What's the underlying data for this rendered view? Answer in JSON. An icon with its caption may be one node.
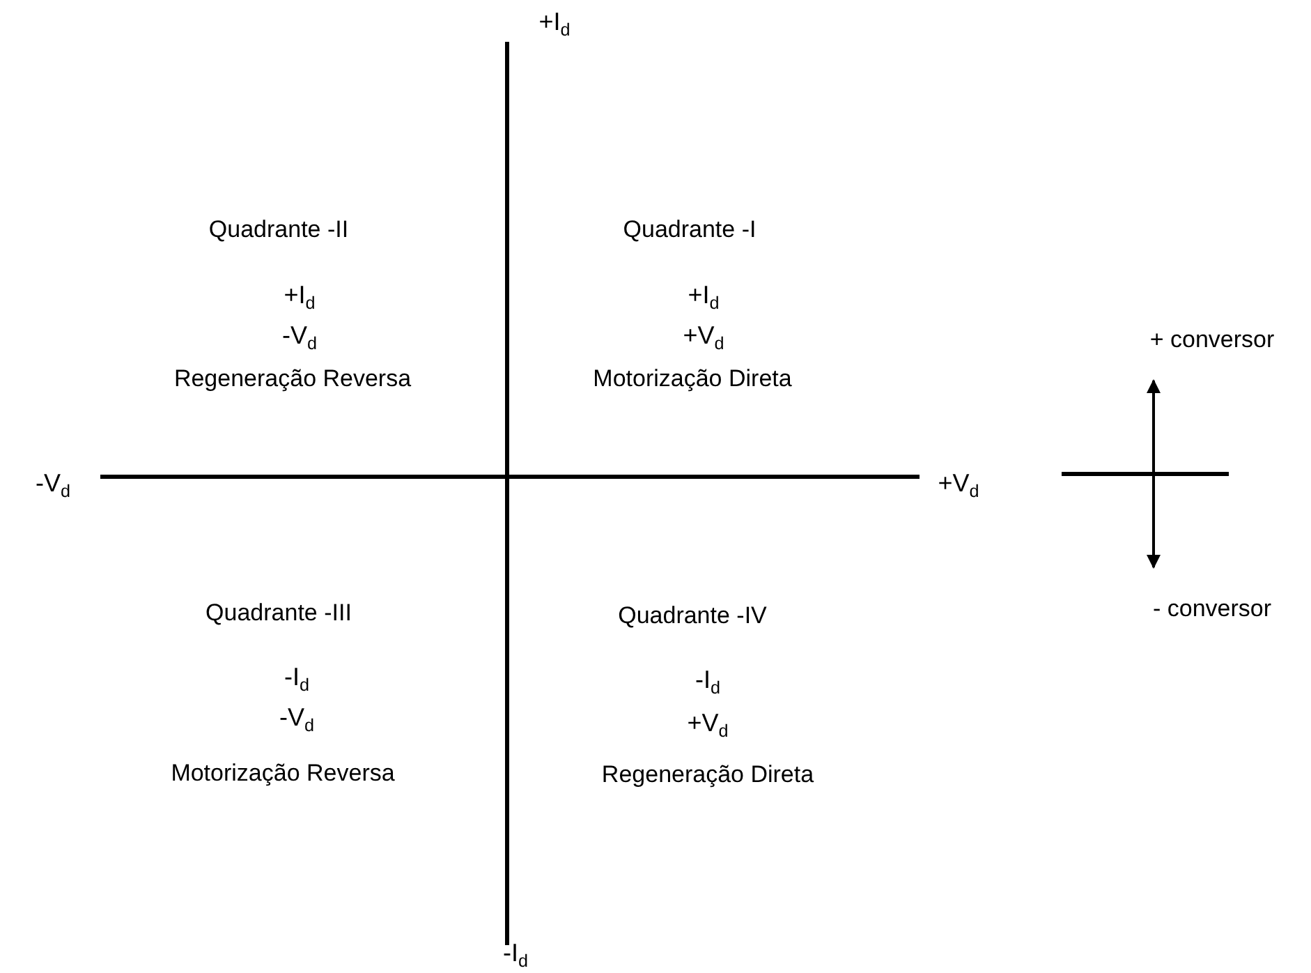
{
  "diagram": {
    "labels": [
      "+I$_{d}$",
      "Quadrante -II",
      "+I$_{d}$",
      "-V$_{d}$",
      "Regeneração Reversa",
      "Quadrante -I",
      "+I$_{d}$",
      "+V$_{d}$",
      "Motorização Direta",
      "+ conversor",
      "-V$_{d}$",
      "+V$_{d}$",
      "Quadrante -III",
      "-I$_{d}$",
      "-V$_{d}$",
      "Motorização Reversa",
      "Quadrante -IV",
      "-I$_{d}$",
      "+V$_{d}$",
      "Regeneração Direta",
      "- conversor",
      "-I$_{d}$"
    ]
  }
}
